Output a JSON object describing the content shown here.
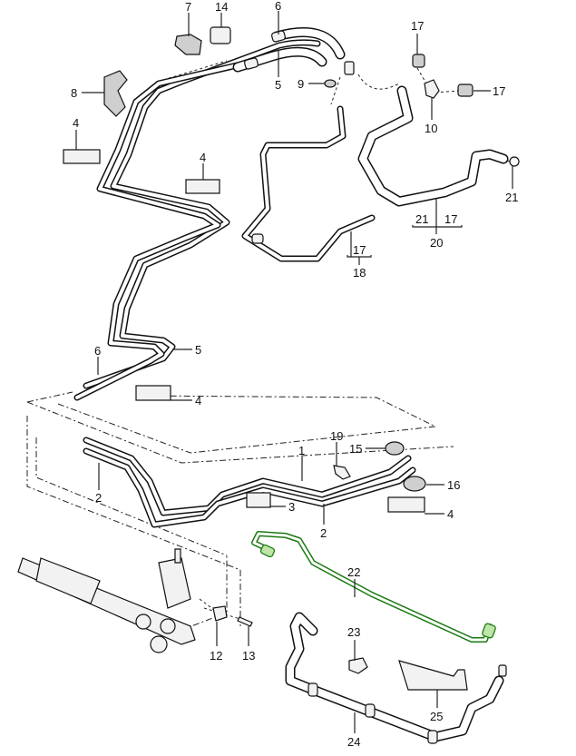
{
  "diagram": {
    "title": "Power steering lines – exploded parts view",
    "highlight_color": "#1c7a12",
    "highlighted_part": "22",
    "callouts": [
      {
        "id": "c7",
        "label": "7"
      },
      {
        "id": "c14",
        "label": "14"
      },
      {
        "id": "c6a",
        "label": "6"
      },
      {
        "id": "c5a",
        "label": "5"
      },
      {
        "id": "c8",
        "label": "8"
      },
      {
        "id": "c9",
        "label": "9"
      },
      {
        "id": "c4a",
        "label": "4"
      },
      {
        "id": "c4b",
        "label": "4"
      },
      {
        "id": "c17a",
        "label": "17"
      },
      {
        "id": "c17b",
        "label": "17"
      },
      {
        "id": "c10",
        "label": "10"
      },
      {
        "id": "c21a",
        "label": "21"
      },
      {
        "id": "c21b",
        "label": "21"
      },
      {
        "id": "c17c",
        "label": "17"
      },
      {
        "id": "c20",
        "label": "20"
      },
      {
        "id": "c17d",
        "label": "17"
      },
      {
        "id": "c18",
        "label": "18"
      },
      {
        "id": "c6b",
        "label": "6"
      },
      {
        "id": "c5b",
        "label": "5"
      },
      {
        "id": "c4c",
        "label": "4"
      },
      {
        "id": "c1",
        "label": "1"
      },
      {
        "id": "c19",
        "label": "19"
      },
      {
        "id": "c15",
        "label": "15"
      },
      {
        "id": "c2a",
        "label": "2"
      },
      {
        "id": "c3",
        "label": "3"
      },
      {
        "id": "c2b",
        "label": "2"
      },
      {
        "id": "c16",
        "label": "16"
      },
      {
        "id": "c4d",
        "label": "4"
      },
      {
        "id": "c22",
        "label": "22"
      },
      {
        "id": "c12",
        "label": "12"
      },
      {
        "id": "c13",
        "label": "13"
      },
      {
        "id": "c23",
        "label": "23"
      },
      {
        "id": "c25",
        "label": "25"
      },
      {
        "id": "c24",
        "label": "24"
      }
    ]
  }
}
